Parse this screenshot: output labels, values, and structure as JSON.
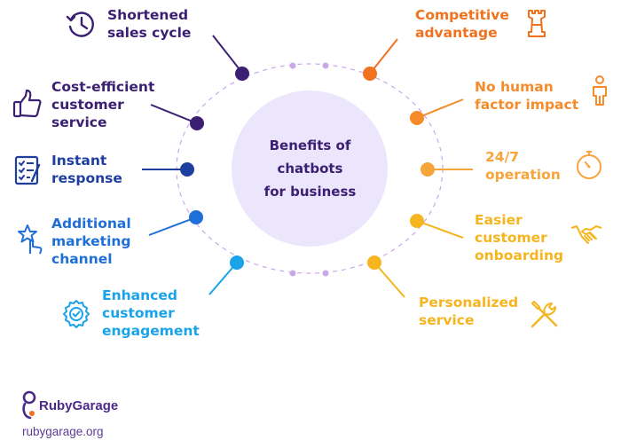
{
  "center": {
    "title": "Benefits of\nchatbots\nfor business"
  },
  "benefits": {
    "shortened_sales_cycle": "Shortened\nsales cycle",
    "cost_efficient_service": "Cost-efficient\ncustomer\nservice",
    "instant_response": "Instant\nresponse",
    "additional_marketing_channel": "Additional\nmarketing\nchannel",
    "enhanced_customer_engagement": "Enhanced\ncustomer\nengagement",
    "competitive_advantage": "Competitive\nadvantage",
    "no_human_factor_impact": "No human\nfactor impact",
    "operation_24_7": "24/7\noperation",
    "easier_customer_onboarding": "Easier\ncustomer\nonboarding",
    "personalized_service": "Personalized\nservice"
  },
  "brand": {
    "name": "RubyGarage",
    "url": "rubygarage.org"
  },
  "colors": {
    "deep_purple": "#3b1f73",
    "navy": "#1f3fa0",
    "blue": "#1f6fd8",
    "sky": "#1aa3e8",
    "orange_red": "#f0711e",
    "orange": "#f68b2a",
    "amber": "#f7a43a",
    "yellow": "#f5b51f",
    "circle_fill": "#ebe6fb",
    "ring_dots": "#c9a8e8"
  },
  "icons": {
    "shortened_sales_cycle": "clock-arrow-icon",
    "cost_efficient_service": "thumbs-up-icon",
    "instant_response": "checklist-icon",
    "additional_marketing_channel": "star-pointer-icon",
    "enhanced_customer_engagement": "gear-check-icon",
    "competitive_advantage": "rook-icon",
    "no_human_factor_impact": "person-icon",
    "operation_24_7": "stopwatch-icon",
    "easier_customer_onboarding": "handshake-icon",
    "personalized_service": "tools-icon"
  }
}
